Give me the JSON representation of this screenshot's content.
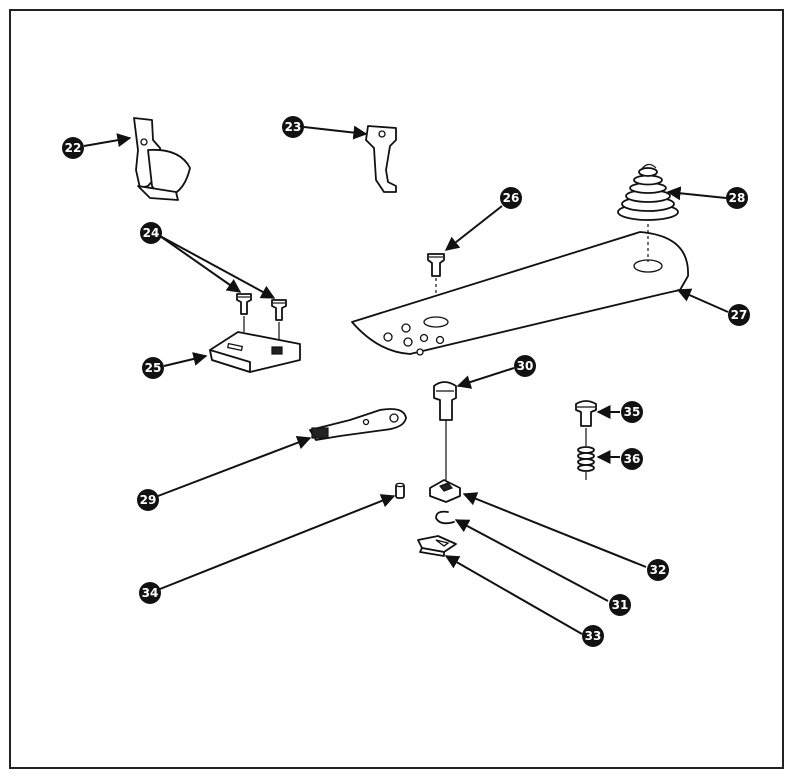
{
  "callouts": {
    "c22": "22",
    "c23": "23",
    "c24": "24",
    "c25": "25",
    "c26": "26",
    "c27": "27",
    "c28": "28",
    "c29": "29",
    "c30": "30",
    "c31": "31",
    "c32": "32",
    "c33": "33",
    "c34": "34",
    "c35": "35",
    "c36": "36"
  }
}
